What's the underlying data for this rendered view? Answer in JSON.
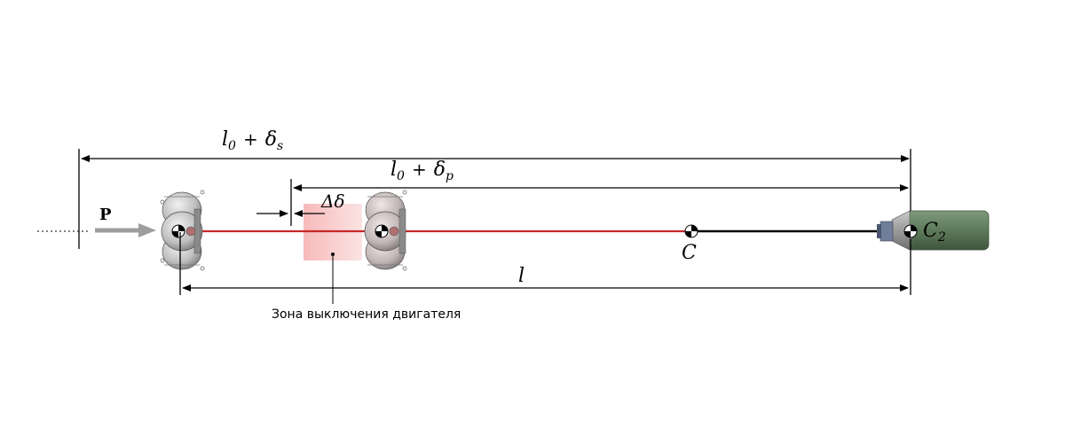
{
  "labels": {
    "ls_main": "l",
    "ls_sub0": "0",
    "ls_plus": "+",
    "ls_delta": "δ",
    "ls_sub": "s",
    "lp_main": "l",
    "lp_sub0": "0",
    "lp_plus": "+",
    "lp_delta": "δ",
    "lp_sub": "p",
    "delta_delta": "Δδ",
    "force": "P",
    "point_c": "C",
    "point_c2_main": "C",
    "point_c2_sub": "2",
    "length_l": "l",
    "zone_caption": "Зона выключения двигателя"
  },
  "colors": {
    "tether": "#c62828",
    "tether_black": "#000000",
    "zone": "#f4b9b9",
    "force_arrow": "#9e9e9e",
    "tank": "#5d7a5a",
    "sphere": "#c8c8c8"
  }
}
